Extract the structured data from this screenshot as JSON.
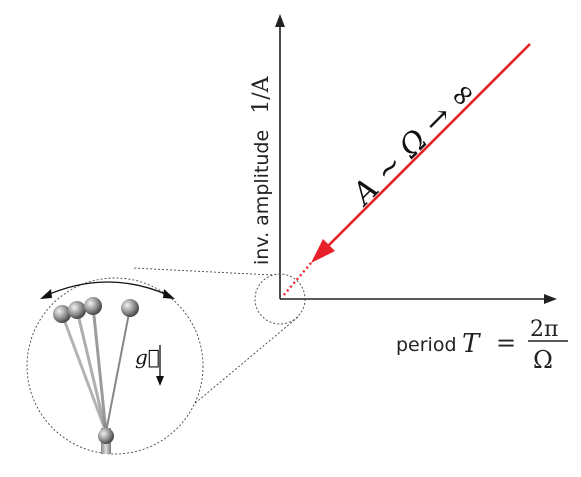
{
  "axes": {
    "y_label_text": "inv. amplitude",
    "y_label_math": "1/A",
    "x_label_text": "period",
    "x_label_T": "T",
    "x_label_eq": "=",
    "x_label_num": "2π",
    "x_label_den": "Ω"
  },
  "trend": {
    "label": "A ∼ Ω → ∞",
    "color": "#e8202a"
  },
  "inset": {
    "gravity_label": "g⃗"
  }
}
